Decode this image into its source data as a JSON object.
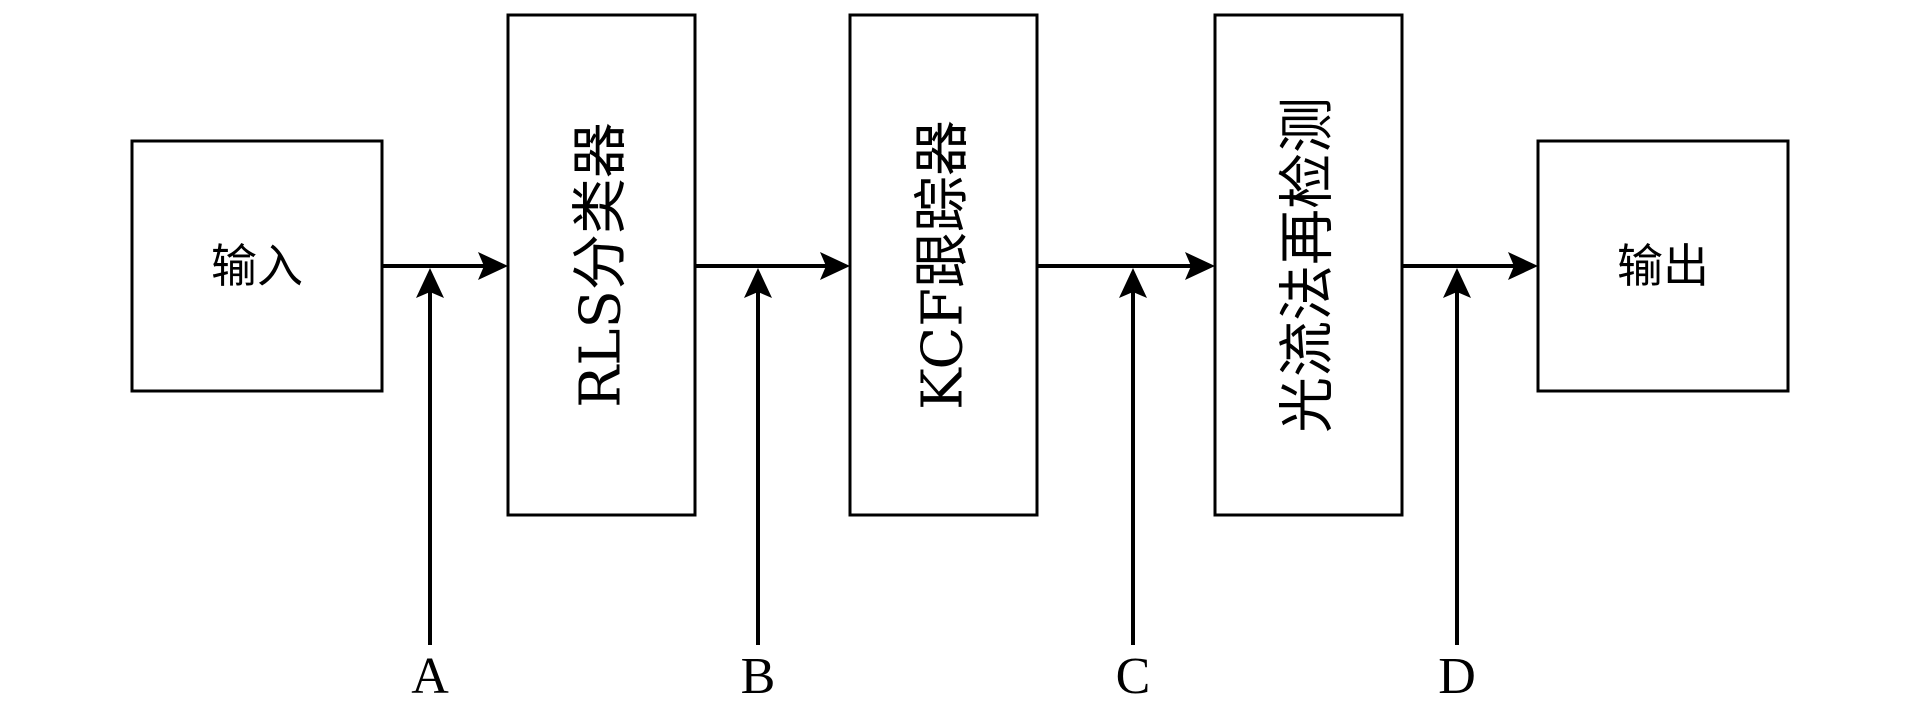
{
  "blocks": {
    "input": "输入",
    "rls_classifier": "RLS分类器",
    "kcf_tracker": "KCF跟踪器",
    "optical_flow_redetection": "光流法再检测",
    "output": "输出"
  },
  "points": {
    "a": "A",
    "b": "B",
    "c": "C",
    "d": "D"
  }
}
